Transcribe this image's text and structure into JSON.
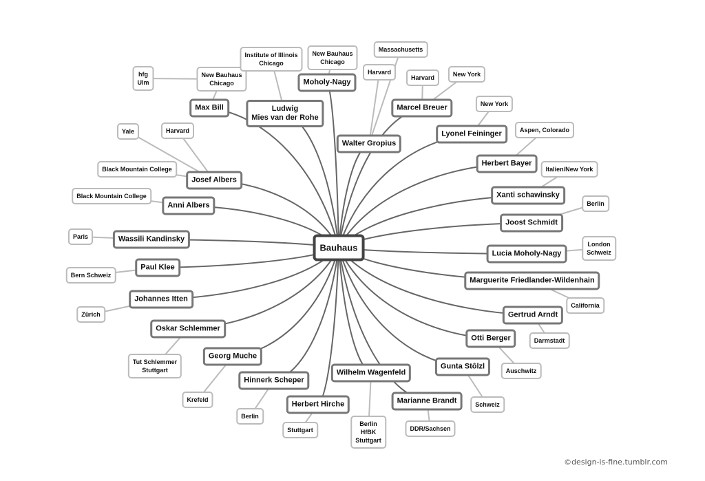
{
  "center": "Bauhaus",
  "branches": [
    {
      "label": "Max Bill",
      "children": [
        {
          "label": "New Bauhaus\nChicago",
          "children": [
            {
              "label": "hfg\nUlm"
            }
          ]
        }
      ]
    },
    {
      "label": "Ludwig\nMies van der Rohe",
      "children": [
        {
          "label": "Institute of Illinois\nChicago"
        }
      ]
    },
    {
      "label": "Moholy-Nagy",
      "children": [
        {
          "label": "New Bauhaus\nChicago"
        }
      ]
    },
    {
      "label": "Walter Gropius",
      "children": [
        {
          "label": "Harvard"
        },
        {
          "label": "Massachusetts"
        }
      ]
    },
    {
      "label": "Marcel Breuer",
      "children": [
        {
          "label": "Harvard"
        },
        {
          "label": "New York"
        }
      ]
    },
    {
      "label": "Lyonel Feininger",
      "children": [
        {
          "label": "New York"
        }
      ]
    },
    {
      "label": "Herbert Bayer",
      "children": [
        {
          "label": "Aspen, Colorado"
        }
      ]
    },
    {
      "label": "Xanti schawinsky",
      "children": [
        {
          "label": "Italien/New York"
        }
      ]
    },
    {
      "label": "Joost Schmidt",
      "children": [
        {
          "label": "Berlin"
        }
      ]
    },
    {
      "label": "Lucia Moholy-Nagy",
      "children": [
        {
          "label": "London\nSchweiz"
        }
      ]
    },
    {
      "label": "Marguerite Friedlander-Wildenhain",
      "children": [
        {
          "label": "California"
        }
      ]
    },
    {
      "label": "Gertrud Arndt",
      "children": [
        {
          "label": "Darmstadt"
        }
      ]
    },
    {
      "label": "Otti Berger",
      "children": [
        {
          "label": "Auschwitz"
        }
      ]
    },
    {
      "label": "Gunta Stôlzl",
      "children": [
        {
          "label": "Schweiz"
        }
      ]
    },
    {
      "label": "Marianne Brandt",
      "children": [
        {
          "label": "DDR/Sachsen"
        }
      ]
    },
    {
      "label": "Wilhelm Wagenfeld",
      "children": [
        {
          "label": "Berlin\nHfBK\nStuttgart"
        }
      ]
    },
    {
      "label": "Herbert Hirche",
      "children": [
        {
          "label": "Stuttgart"
        }
      ]
    },
    {
      "label": "Hinnerk Scheper",
      "children": [
        {
          "label": "Berlin"
        }
      ]
    },
    {
      "label": "Georg Muche",
      "children": [
        {
          "label": "Krefeld"
        }
      ]
    },
    {
      "label": "Oskar Schlemmer",
      "children": [
        {
          "label": "Tut Schlemmer\nStuttgart"
        }
      ]
    },
    {
      "label": "Johannes Itten",
      "children": [
        {
          "label": "Zürich"
        }
      ]
    },
    {
      "label": "Paul Klee",
      "children": [
        {
          "label": "Bern Schweiz"
        }
      ]
    },
    {
      "label": "Wassili Kandinsky",
      "children": [
        {
          "label": "Paris"
        }
      ]
    },
    {
      "label": "Anni Albers",
      "children": [
        {
          "label": "Black Mountain College"
        }
      ]
    },
    {
      "label": "Josef Albers",
      "children": [
        {
          "label": "Black Mountain College"
        },
        {
          "label": "Harvard"
        },
        {
          "label": "Yale"
        }
      ]
    }
  ],
  "credit": "©design-is-fine.tumblr.com",
  "colors": {
    "center_border": "#444444",
    "main_border": "#777777",
    "child_border": "#bbbbbb",
    "main_edge": "#666666",
    "child_edge": "#bbbbbb"
  }
}
